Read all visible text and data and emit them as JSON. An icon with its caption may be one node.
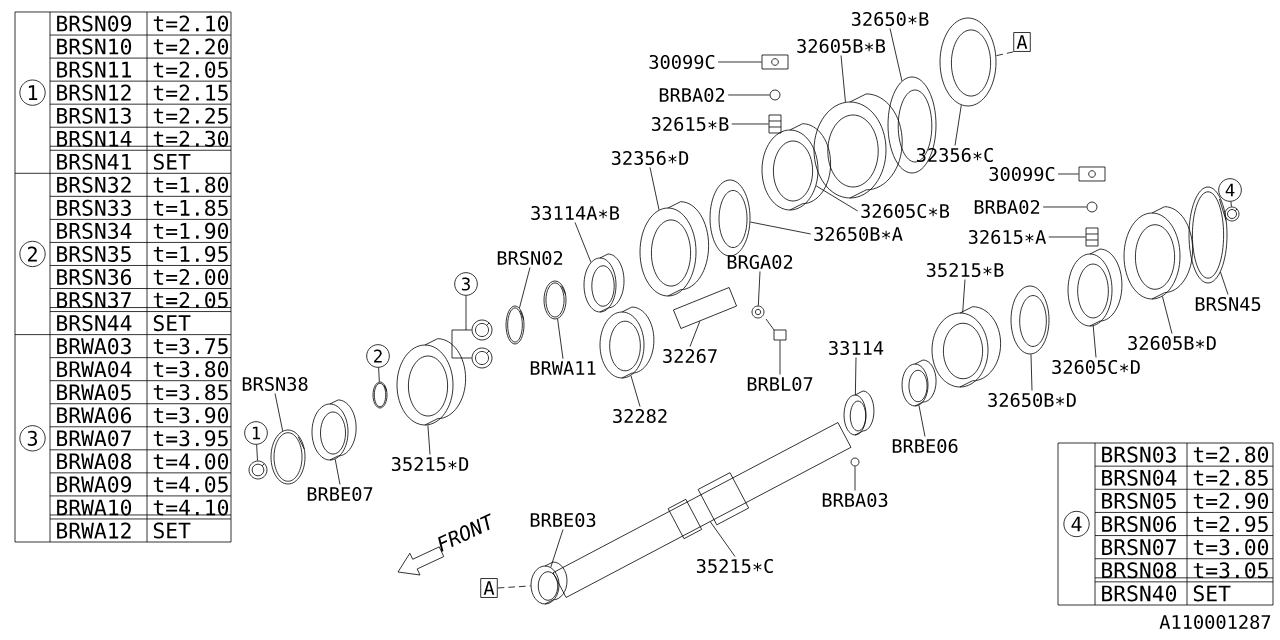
{
  "diagram": {
    "nodes": [
      {
        "text": [
          "30099C"
        ]
      },
      {
        "text": [
          "32605B∗B"
        ]
      },
      {
        "text": [
          "32650∗B"
        ]
      },
      {
        "text": [
          "A"
        ]
      },
      {
        "text": [
          "BRBA02"
        ]
      },
      {
        "text": [
          "32615∗B"
        ]
      },
      {
        "text": [
          "32356∗C"
        ]
      },
      {
        "text": [
          "32356∗D"
        ]
      },
      {
        "text": [
          "30099C"
        ]
      },
      {
        "text": [
          "32605C∗B"
        ]
      },
      {
        "text": [
          "33114A∗B"
        ]
      },
      {
        "text": [
          "BRBA02"
        ]
      },
      {
        "text": [
          "4"
        ]
      },
      {
        "text": [
          "32650B∗A"
        ]
      },
      {
        "text": [
          "32615∗A"
        ]
      },
      {
        "text": [
          "BRSN02"
        ]
      },
      {
        "text": [
          "BRGA02"
        ]
      },
      {
        "text": [
          "35215∗B"
        ]
      },
      {
        "text": [
          "3"
        ]
      },
      {
        "text": [
          "BRSN45"
        ]
      },
      {
        "text": [
          "32605B∗D"
        ]
      },
      {
        "text": [
          "BRWA11"
        ]
      },
      {
        "text": [
          "32267"
        ]
      },
      {
        "text": [
          "2"
        ]
      },
      {
        "text": [
          "33114"
        ]
      },
      {
        "text": [
          "BRBL07"
        ]
      },
      {
        "text": [
          "32605C∗D"
        ]
      },
      {
        "text": [
          "BRSN38"
        ]
      },
      {
        "text": [
          "32650B∗D"
        ]
      },
      {
        "text": [
          "32282"
        ]
      },
      {
        "text": [
          "35215∗D"
        ]
      },
      {
        "text": [
          "BRBE06"
        ]
      },
      {
        "text": [
          "1"
        ]
      },
      {
        "text": [
          "BRBE07"
        ]
      },
      {
        "text": [
          "BRBA03"
        ]
      },
      {
        "text": [
          "BRBE03"
        ]
      },
      {
        "text": [
          "35215∗C"
        ]
      },
      {
        "text": [
          "A"
        ]
      },
      {
        "text": [
          "1"
        ]
      },
      {
        "text": [
          "2"
        ]
      },
      {
        "text": [
          "3"
        ]
      },
      {
        "text": [
          "4"
        ]
      },
      {
        "text": [],
        "shape": "picture"
      },
      {
        "text": [],
        "shape": "picture"
      },
      {
        "text": [],
        "shape": "picture"
      },
      {
        "text": [],
        "shape": "picture"
      },
      {
        "text": [],
        "shape": "picture"
      },
      {
        "text": [],
        "shape": "picture"
      },
      {
        "text": [],
        "shape": "picture"
      },
      {
        "text": [],
        "shape": "picture"
      },
      {
        "text": [],
        "shape": "picture"
      },
      {
        "text": [],
        "shape": "picture"
      },
      {
        "text": [],
        "shape": "picture"
      },
      {
        "text": [],
        "shape": "picture"
      },
      {
        "text": [],
        "shape": "picture"
      },
      {
        "text": [],
        "shape": "picture"
      },
      {
        "text": [],
        "shape": "picture"
      },
      {
        "text": [],
        "shape": "picture"
      },
      {
        "text": [],
        "shape": "picture"
      },
      {
        "text": [],
        "shape": "picture"
      },
      {
        "text": [],
        "shape": "picture"
      },
      {
        "text": [],
        "shape": "picture"
      },
      {
        "text": [],
        "shape": "picture"
      },
      {
        "text": [],
        "shape": "picture"
      },
      {
        "text": [],
        "shape": "picture"
      },
      {
        "text": [],
        "shape": "picture"
      },
      {
        "text": [],
        "shape": "picture"
      },
      {
        "text": [],
        "shape": "picture"
      },
      {
        "text": [],
        "shape": "picture"
      },
      {
        "text": [],
        "shape": "picture"
      },
      {
        "text": [],
        "shape": "picture"
      },
      {
        "text": [],
        "shape": "picture"
      },
      {
        "text": [],
        "shape": "picture"
      },
      {
        "text": [],
        "shape": "picture"
      },
      {
        "text": [],
        "shape": "picture"
      },
      {
        "text": [],
        "shape": "picture"
      },
      {
        "text": [],
        "shape": "picture"
      },
      {
        "text": [],
        "shape": "picture"
      },
      {
        "text": [],
        "shape": "picture"
      }
    ],
    "edges": [
      {
        "from": 0,
        "to": 42,
        "arrow": "none"
      },
      {
        "from": 1,
        "to": 45,
        "arrow": "none"
      },
      {
        "from": 2,
        "to": 46,
        "arrow": "none"
      },
      {
        "from": 3,
        "to": 47,
        "arrow": "none",
        "style": "dashed"
      },
      {
        "from": 4,
        "to": 43,
        "arrow": "none"
      },
      {
        "from": 5,
        "to": 44,
        "arrow": "none"
      },
      {
        "from": 6,
        "to": 47,
        "arrow": "none"
      },
      {
        "from": 7,
        "to": 48,
        "arrow": "none"
      },
      {
        "from": 8,
        "to": 49,
        "arrow": "none"
      },
      {
        "from": 9,
        "to": 50,
        "arrow": "none"
      },
      {
        "from": 10,
        "to": 51,
        "arrow": "none"
      },
      {
        "from": 11,
        "to": 52,
        "arrow": "none"
      },
      {
        "from": 12,
        "to": 53,
        "arrow": "none"
      },
      {
        "from": 13,
        "to": 54,
        "arrow": "none"
      },
      {
        "from": 14,
        "to": 55,
        "arrow": "none"
      },
      {
        "from": 15,
        "to": 56,
        "arrow": "none"
      },
      {
        "from": 16,
        "to": 57,
        "arrow": "none"
      },
      {
        "from": 17,
        "to": 58,
        "arrow": "none"
      },
      {
        "from": 18,
        "to": 59,
        "arrow": "none"
      },
      {
        "from": 19,
        "to": 61,
        "arrow": "none"
      },
      {
        "from": 20,
        "to": 62,
        "arrow": "none"
      },
      {
        "from": 21,
        "to": 63,
        "arrow": "none"
      },
      {
        "from": 22,
        "to": 64,
        "arrow": "none"
      },
      {
        "from": 23,
        "to": 65,
        "arrow": "none"
      },
      {
        "from": 24,
        "to": 66,
        "arrow": "none"
      },
      {
        "from": 25,
        "to": 67,
        "arrow": "none"
      },
      {
        "from": 26,
        "to": 68,
        "arrow": "none"
      },
      {
        "from": 27,
        "to": 69,
        "arrow": "none"
      },
      {
        "from": 28,
        "to": 70,
        "arrow": "none"
      },
      {
        "from": 29,
        "to": 71,
        "arrow": "none"
      },
      {
        "from": 30,
        "to": 72,
        "arrow": "none"
      },
      {
        "from": 31,
        "to": 73,
        "arrow": "none"
      },
      {
        "from": 32,
        "to": 74,
        "arrow": "none"
      },
      {
        "from": 33,
        "to": 75,
        "arrow": "none"
      },
      {
        "from": 34,
        "to": 76,
        "arrow": "none"
      },
      {
        "from": 35,
        "to": 77,
        "arrow": "none"
      },
      {
        "from": 36,
        "to": 78,
        "arrow": "none"
      },
      {
        "from": 37,
        "to": 77,
        "arrow": "none",
        "style": "dashed"
      },
      {
        "from": 18,
        "to": 60,
        "arrow": "none"
      }
    ],
    "labels": [
      "BRSN09",
      "t=2.10",
      "BRSN10",
      "t=2.20",
      "BRSN11",
      "t=2.05",
      "BRSN12",
      "t=2.15",
      "BRSN13",
      "t=2.25",
      "BRSN14",
      "t=2.30",
      "BRSN41",
      "SET",
      "BRSN32",
      "t=1.80",
      "BRSN33",
      "t=1.85",
      "BRSN34",
      "t=1.90",
      "BRSN35",
      "t=1.95",
      "BRSN36",
      "t=2.00",
      "BRSN37",
      "t=2.05",
      "BRSN44",
      "SET",
      "BRWA03",
      "t=3.75",
      "BRWA04",
      "t=3.80",
      "BRWA05",
      "t=3.85",
      "BRWA06",
      "t=3.90",
      "BRWA07",
      "t=3.95",
      "BRWA08",
      "t=4.00",
      "BRWA09",
      "t=4.05",
      "BRWA10",
      "t=4.10",
      "BRWA12",
      "SET",
      "FRONT",
      "BRSN03",
      "t=2.80",
      "BRSN04",
      "t=2.85",
      "BRSN05",
      "t=2.90",
      "BRSN06",
      "t=2.95",
      "BRSN07",
      "t=3.00",
      "BRSN08",
      "t=3.05",
      "BRSN40",
      "SET",
      "A110001287"
    ]
  }
}
